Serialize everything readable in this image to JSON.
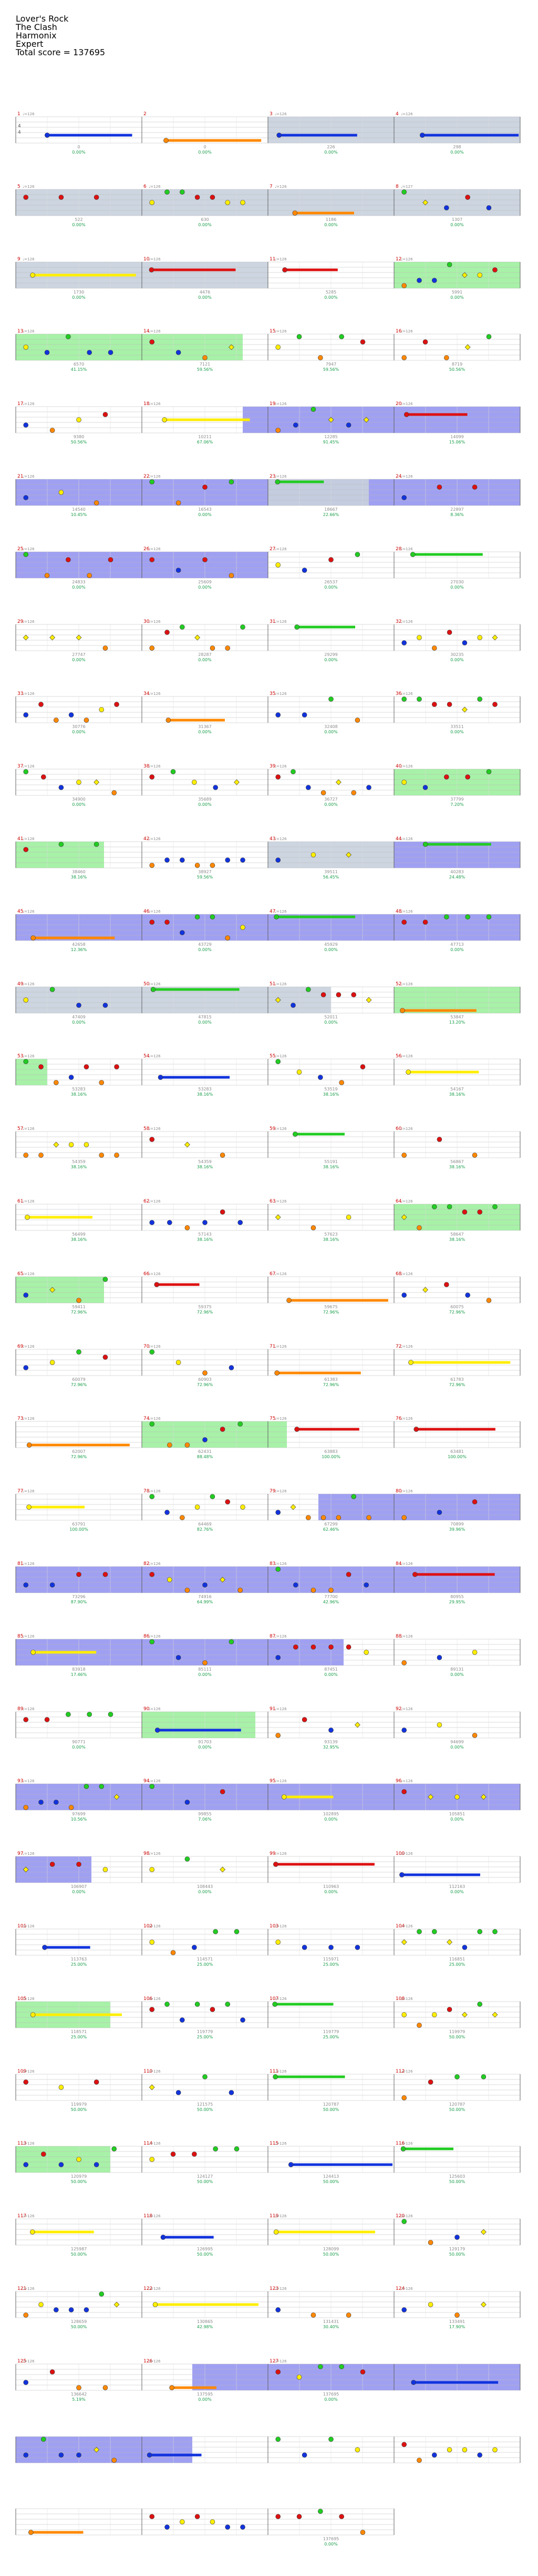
{
  "header": {
    "song": "Lover's Rock",
    "artist": "The Clash",
    "game": "Harmonix",
    "difficulty": "Expert",
    "total_score": "Total score = 137695"
  },
  "time_signature": [
    "4",
    "4"
  ],
  "colors": {
    "green": "#22cc22",
    "red": "#dd1111",
    "yellow": "#ffee00",
    "blue": "#1133dd",
    "orange": "#ff8800",
    "purple": "#7a1a88",
    "overdrive": "#8f8ff0",
    "star_power": "#99ee99",
    "solo": "#c8d0dd",
    "text_red": "#cc0000",
    "text_green": "#1a9e4a",
    "text_gray": "#8a8a8a"
  },
  "measures": [
    {
      "n": "1",
      "bpm": "♩=126",
      "score": "0",
      "pct": "0.00%"
    },
    {
      "n": "2",
      "bpm": "",
      "score": "0",
      "pct": "0.00%"
    },
    {
      "n": "3",
      "bpm": "♩=126",
      "score": "0",
      "pct": "0.00%"
    },
    {
      "n": "4",
      "bpm": "♩=126",
      "score": "226",
      "pct": "0.00%"
    },
    {
      "n": "5",
      "bpm": "♩=126",
      "score": "298",
      "pct": "0.00%"
    },
    {
      "n": "6",
      "bpm": "♩=126",
      "score": "522",
      "pct": "0.00%"
    },
    {
      "n": "7",
      "bpm": "♩=126",
      "score": "630",
      "pct": "0.00%"
    },
    {
      "n": "8",
      "bpm": "♩=127",
      "score": "1186",
      "pct": "0.00%"
    },
    {
      "n": "9",
      "bpm": "♩=126",
      "score": "1307",
      "pct": "0.00%"
    },
    {
      "n": "10",
      "bpm": "♩=126",
      "score": "1730",
      "pct": "0.00%"
    },
    {
      "n": "11",
      "bpm": "♩=126",
      "score": "4476",
      "pct": "0.00%"
    },
    {
      "n": "12",
      "bpm": "♩=126",
      "score": "5285",
      "pct": "0.00%"
    },
    {
      "n": "13",
      "bpm": "♩=126",
      "score": "5991",
      "pct": "0.00%"
    },
    {
      "n": "14",
      "bpm": "♩=126",
      "score": "6570",
      "pct": "41.15%"
    },
    {
      "n": "15",
      "bpm": "♩=126",
      "score": "7121",
      "pct": "59.56%"
    },
    {
      "n": "16",
      "bpm": "♩=126",
      "score": "7947",
      "pct": "59.56%"
    },
    {
      "n": "17",
      "bpm": "♩=126",
      "score": "8719",
      "pct": "50.56%"
    },
    {
      "n": "18",
      "bpm": "♩=126",
      "score": "9380",
      "pct": "50.56%"
    },
    {
      "n": "19",
      "bpm": "♩=126",
      "score": "10211",
      "pct": "67.06%"
    },
    {
      "n": "20",
      "bpm": "♩=126",
      "score": "12285",
      "pct": "91.45%"
    },
    {
      "n": "21",
      "bpm": "♩=126",
      "score": "14099",
      "pct": "15.06%"
    },
    {
      "n": "22",
      "bpm": "♩=126",
      "score": "14540",
      "pct": "10.45%"
    },
    {
      "n": "23",
      "bpm": "♩=126",
      "score": "16543",
      "pct": "0.00%"
    },
    {
      "n": "24",
      "bpm": "♩=126",
      "score": "18667",
      "pct": "22.66%"
    },
    {
      "n": "25",
      "bpm": "♩=126",
      "score": "22897",
      "pct": "8.36%"
    },
    {
      "n": "26",
      "bpm": "♩=126",
      "score": "24833",
      "pct": "0.00%"
    },
    {
      "n": "27",
      "bpm": "♩=126",
      "score": "25609",
      "pct": "0.00%"
    },
    {
      "n": "28",
      "bpm": "♩=126",
      "score": "26537",
      "pct": "0.00%"
    },
    {
      "n": "29",
      "bpm": "♩=126",
      "score": "27030",
      "pct": "0.00%"
    },
    {
      "n": "30",
      "bpm": "♩=126",
      "score": "27747",
      "pct": "0.00%"
    },
    {
      "n": "31",
      "bpm": "♩=126",
      "score": "28287",
      "pct": "0.00%"
    },
    {
      "n": "32",
      "bpm": "♩=126",
      "score": "29299",
      "pct": "0.00%"
    },
    {
      "n": "33",
      "bpm": "♩=126",
      "score": "30235",
      "pct": "0.00%"
    },
    {
      "n": "34",
      "bpm": "♩=126",
      "score": "30776",
      "pct": "0.00%"
    },
    {
      "n": "35",
      "bpm": "♩=126",
      "score": "31367",
      "pct": "0.00%"
    },
    {
      "n": "36",
      "bpm": "♩=126",
      "score": "32408",
      "pct": "0.00%"
    },
    {
      "n": "37",
      "bpm": "♩=126",
      "score": "33511",
      "pct": "0.00%"
    },
    {
      "n": "38",
      "bpm": "♩=126",
      "score": "34900",
      "pct": "0.00%"
    },
    {
      "n": "39",
      "bpm": "♩=126",
      "score": "35689",
      "pct": "0.00%"
    },
    {
      "n": "40",
      "bpm": "♩=126",
      "score": "36727",
      "pct": "0.00%"
    },
    {
      "n": "41",
      "bpm": "♩=126",
      "score": "37799",
      "pct": "7.20%"
    },
    {
      "n": "42",
      "bpm": "♩=126",
      "score": "38460",
      "pct": "38.16%"
    },
    {
      "n": "43",
      "bpm": "♩=126",
      "score": "38927",
      "pct": "59.56%"
    },
    {
      "n": "44",
      "bpm": "♩=126",
      "score": "39511",
      "pct": "56.45%"
    },
    {
      "n": "45",
      "bpm": "♩=126",
      "score": "40283",
      "pct": "24.48%"
    },
    {
      "n": "46",
      "bpm": "♩=126",
      "score": "42658",
      "pct": "12.36%"
    },
    {
      "n": "47",
      "bpm": "♩=126",
      "score": "43729",
      "pct": "0.00%"
    },
    {
      "n": "48",
      "bpm": "♩=126",
      "score": "45929",
      "pct": "0.00%"
    },
    {
      "n": "49",
      "bpm": "♩=126",
      "score": "47713",
      "pct": "0.00%"
    },
    {
      "n": "50",
      "bpm": "♩=126",
      "score": "47409",
      "pct": "0.00%"
    },
    {
      "n": "51",
      "bpm": "♩=126",
      "score": "47815",
      "pct": "0.00%"
    },
    {
      "n": "52",
      "bpm": "♩=126",
      "score": "52011",
      "pct": "0.00%"
    },
    {
      "n": "53",
      "bpm": "♩=126",
      "score": "53847",
      "pct": "13.20%"
    },
    {
      "n": "54",
      "bpm": "♩=126",
      "score": "53283",
      "pct": "38.16%"
    },
    {
      "n": "55",
      "bpm": "♩=126",
      "score": "53283",
      "pct": "38.16%"
    },
    {
      "n": "56",
      "bpm": "♩=126",
      "score": "53519",
      "pct": "38.16%"
    },
    {
      "n": "57",
      "bpm": "♩=126",
      "score": "54167",
      "pct": "38.16%"
    },
    {
      "n": "58",
      "bpm": "♩=126",
      "score": "54359",
      "pct": "38.16%"
    },
    {
      "n": "59",
      "bpm": "♩=126",
      "score": "54359",
      "pct": "38.16%"
    },
    {
      "n": "60",
      "bpm": "♩=126",
      "score": "55191",
      "pct": "38.16%"
    },
    {
      "n": "61",
      "bpm": "♩=126",
      "score": "56867",
      "pct": "38.16%"
    },
    {
      "n": "62",
      "bpm": "♩=126",
      "score": "56499",
      "pct": "38.16%"
    },
    {
      "n": "63",
      "bpm": "♩=126",
      "score": "57143",
      "pct": "38.16%"
    },
    {
      "n": "64",
      "bpm": "♩=126",
      "score": "57623",
      "pct": "38.16%"
    },
    {
      "n": "65",
      "bpm": "♩=126",
      "score": "58647",
      "pct": "38.16%"
    },
    {
      "n": "66",
      "bpm": "♩=126",
      "score": "59411",
      "pct": "72.96%"
    },
    {
      "n": "67",
      "bpm": "♩=126",
      "score": "59375",
      "pct": "72.96%"
    },
    {
      "n": "68",
      "bpm": "♩=126",
      "score": "59675",
      "pct": "72.96%"
    },
    {
      "n": "69",
      "bpm": "♩=126",
      "score": "60075",
      "pct": "72.96%"
    },
    {
      "n": "70",
      "bpm": "♩=126",
      "score": "60079",
      "pct": "72.96%"
    },
    {
      "n": "71",
      "bpm": "♩=126",
      "score": "60903",
      "pct": "72.96%"
    },
    {
      "n": "72",
      "bpm": "♩=126",
      "score": "61383",
      "pct": "72.96%"
    },
    {
      "n": "73",
      "bpm": "♩=126",
      "score": "61783",
      "pct": "72.96%"
    },
    {
      "n": "74",
      "bpm": "♩=126",
      "score": "62007",
      "pct": "72.96%"
    },
    {
      "n": "75",
      "bpm": "♩=126",
      "score": "62431",
      "pct": "88.48%"
    },
    {
      "n": "76",
      "bpm": "♩=126",
      "score": "63883",
      "pct": "100.00%"
    },
    {
      "n": "77",
      "bpm": "♩=126",
      "score": "63481",
      "pct": "100.00%"
    },
    {
      "n": "78",
      "bpm": "♩=126",
      "score": "63791",
      "pct": "100.00%"
    },
    {
      "n": "79",
      "bpm": "♩=126",
      "score": "64469",
      "pct": "82.76%"
    },
    {
      "n": "80",
      "bpm": "♩=126",
      "score": "67299",
      "pct": "62.46%"
    },
    {
      "n": "81",
      "bpm": "♩=126",
      "score": "70899",
      "pct": "39.96%"
    },
    {
      "n": "82",
      "bpm": "♩=126",
      "score": "73296",
      "pct": "87.90%"
    },
    {
      "n": "83",
      "bpm": "♩=126",
      "score": "74916",
      "pct": "64.99%"
    },
    {
      "n": "84",
      "bpm": "♩=126",
      "score": "77700",
      "pct": "42.96%"
    },
    {
      "n": "85",
      "bpm": "♩=126",
      "score": "80955",
      "pct": "29.95%"
    },
    {
      "n": "86",
      "bpm": "♩=126",
      "score": "83918",
      "pct": "17.46%"
    },
    {
      "n": "87",
      "bpm": "♩=126",
      "score": "85111",
      "pct": "0.00%"
    },
    {
      "n": "88",
      "bpm": "♩=126",
      "score": "87451",
      "pct": "0.00%"
    },
    {
      "n": "89",
      "bpm": "♩=126",
      "score": "89131",
      "pct": "0.00%"
    },
    {
      "n": "90",
      "bpm": "♩=126",
      "score": "90771",
      "pct": "0.00%"
    },
    {
      "n": "91",
      "bpm": "♩=126",
      "score": "91703",
      "pct": "0.00%"
    },
    {
      "n": "92",
      "bpm": "♩=126",
      "score": "93139",
      "pct": "32.95%"
    },
    {
      "n": "93",
      "bpm": "♩=126",
      "score": "94699",
      "pct": "0.00%"
    },
    {
      "n": "94",
      "bpm": "♩=126",
      "score": "97699",
      "pct": "10.56%"
    },
    {
      "n": "95",
      "bpm": "♩=126",
      "score": "99855",
      "pct": "7.06%"
    },
    {
      "n": "96",
      "bpm": "♩=126",
      "score": "102895",
      "pct": "0.00%"
    },
    {
      "n": "97",
      "bpm": "♩=126",
      "score": "105851",
      "pct": "0.00%"
    },
    {
      "n": "98",
      "bpm": "♩=126",
      "score": "106907",
      "pct": "0.00%"
    },
    {
      "n": "99",
      "bpm": "♩=126",
      "score": "108443",
      "pct": "0.00%"
    },
    {
      "n": "100",
      "bpm": "♩=126",
      "score": "110963",
      "pct": "0.00%"
    },
    {
      "n": "101",
      "bpm": "♩=126",
      "score": "112163",
      "pct": "0.00%"
    },
    {
      "n": "102",
      "bpm": "♩=126",
      "score": "113763",
      "pct": "25.00%"
    },
    {
      "n": "103",
      "bpm": "♩=126",
      "score": "114571",
      "pct": "25.00%"
    },
    {
      "n": "104",
      "bpm": "♩=126",
      "score": "115971",
      "pct": "25.00%"
    },
    {
      "n": "105",
      "bpm": "♩=126",
      "score": "116851",
      "pct": "25.00%"
    },
    {
      "n": "106",
      "bpm": "♩=126",
      "score": "118571",
      "pct": "25.00%"
    },
    {
      "n": "107",
      "bpm": "♩=126",
      "score": "119779",
      "pct": "25.00%"
    },
    {
      "n": "108",
      "bpm": "♩=126",
      "score": "119779",
      "pct": "25.00%"
    },
    {
      "n": "109",
      "bpm": "♩=126",
      "score": "119979",
      "pct": "50.00%"
    },
    {
      "n": "110",
      "bpm": "♩=126",
      "score": "119979",
      "pct": "50.00%"
    },
    {
      "n": "111",
      "bpm": "♩=126",
      "score": "121575",
      "pct": "50.00%"
    },
    {
      "n": "112",
      "bpm": "♩=126",
      "score": "120787",
      "pct": "50.00%"
    },
    {
      "n": "113",
      "bpm": "♩=126",
      "score": "120787",
      "pct": "50.00%"
    },
    {
      "n": "114",
      "bpm": "♩=126",
      "score": "120979",
      "pct": "50.00%"
    },
    {
      "n": "115",
      "bpm": "♩=126",
      "score": "124127",
      "pct": "50.00%"
    },
    {
      "n": "116",
      "bpm": "♩=126",
      "score": "124413",
      "pct": "50.00%"
    },
    {
      "n": "117",
      "bpm": "♩=126",
      "score": "125603",
      "pct": "50.00%"
    },
    {
      "n": "118",
      "bpm": "♩=126",
      "score": "125987",
      "pct": "50.00%"
    },
    {
      "n": "119",
      "bpm": "♩=126",
      "score": "126995",
      "pct": "50.00%"
    },
    {
      "n": "120",
      "bpm": "♩=126",
      "score": "128099",
      "pct": "50.00%"
    },
    {
      "n": "121",
      "bpm": "♩=126",
      "score": "129179",
      "pct": "50.00%"
    },
    {
      "n": "122",
      "bpm": "♩=126",
      "score": "128659",
      "pct": "50.00%"
    },
    {
      "n": "123",
      "bpm": "♩=126",
      "score": "130865",
      "pct": "42.98%"
    },
    {
      "n": "124",
      "bpm": "♩=126",
      "score": "131431",
      "pct": "30.40%"
    },
    {
      "n": "125",
      "bpm": "♩=126",
      "score": "133491",
      "pct": "17.90%"
    },
    {
      "n": "126",
      "bpm": "♩=126",
      "score": "136642",
      "pct": "5.19%"
    },
    {
      "n": "127",
      "bpm": "♩=126",
      "score": "137595",
      "pct": "0.00%"
    },
    {
      "n": "",
      "bpm": "",
      "score": "137695",
      "pct": "0.00%"
    }
  ],
  "shading": [
    {
      "row": 0,
      "from": 2,
      "to": 4,
      "kind": "solo"
    },
    {
      "row": 1,
      "from": 0,
      "to": 4,
      "kind": "solo"
    },
    {
      "row": 2,
      "from": 0,
      "to": 2,
      "kind": "solo"
    },
    {
      "row": 2,
      "from": 3,
      "to": 4,
      "kind": "star_power"
    },
    {
      "row": 3,
      "from": 0,
      "to": 1.8,
      "kind": "star_power"
    },
    {
      "row": 4,
      "from": 1.8,
      "to": 4,
      "kind": "overdrive"
    },
    {
      "row": 5,
      "from": 0,
      "to": 4,
      "kind": "overdrive"
    },
    {
      "row": 5,
      "from": 2,
      "to": 2.8,
      "kind": "solo"
    },
    {
      "row": 6,
      "from": 0,
      "to": 2,
      "kind": "overdrive"
    },
    {
      "row": 9,
      "from": 3,
      "to": 4,
      "kind": "star_power"
    },
    {
      "row": 10,
      "from": 0,
      "to": 0.7,
      "kind": "star_power"
    },
    {
      "row": 10,
      "from": 2,
      "to": 3,
      "kind": "solo"
    },
    {
      "row": 10,
      "from": 3,
      "to": 4,
      "kind": "overdrive"
    },
    {
      "row": 11,
      "from": 0,
      "to": 4,
      "kind": "overdrive"
    },
    {
      "row": 12,
      "from": 0,
      "to": 2.5,
      "kind": "solo"
    },
    {
      "row": 12,
      "from": 3,
      "to": 4,
      "kind": "star_power"
    },
    {
      "row": 13,
      "from": 0,
      "to": 0.25,
      "kind": "star_power"
    },
    {
      "row": 15,
      "from": 3,
      "to": 4,
      "kind": "star_power"
    },
    {
      "row": 16,
      "from": 0,
      "to": 0.7,
      "kind": "star_power"
    },
    {
      "row": 18,
      "from": 1,
      "to": 2.15,
      "kind": "star_power"
    },
    {
      "row": 19,
      "from": 2.4,
      "to": 4,
      "kind": "overdrive"
    },
    {
      "row": 20,
      "from": 0,
      "to": 4,
      "kind": "overdrive"
    },
    {
      "row": 21,
      "from": 0,
      "to": 2.6,
      "kind": "overdrive"
    },
    {
      "row": 22,
      "from": 1,
      "to": 1.9,
      "kind": "star_power"
    },
    {
      "row": 23,
      "from": 0,
      "to": 4,
      "kind": "overdrive"
    },
    {
      "row": 24,
      "from": 0,
      "to": 0.6,
      "kind": "overdrive"
    },
    {
      "row": 26,
      "from": 0,
      "to": 0.75,
      "kind": "star_power"
    },
    {
      "row": 28,
      "from": 0,
      "to": 0.75,
      "kind": "star_power"
    },
    {
      "row": 31,
      "from": 1.4,
      "to": 4,
      "kind": "overdrive"
    },
    {
      "row": 32,
      "from": 0,
      "to": 1.4,
      "kind": "overdrive"
    }
  ]
}
